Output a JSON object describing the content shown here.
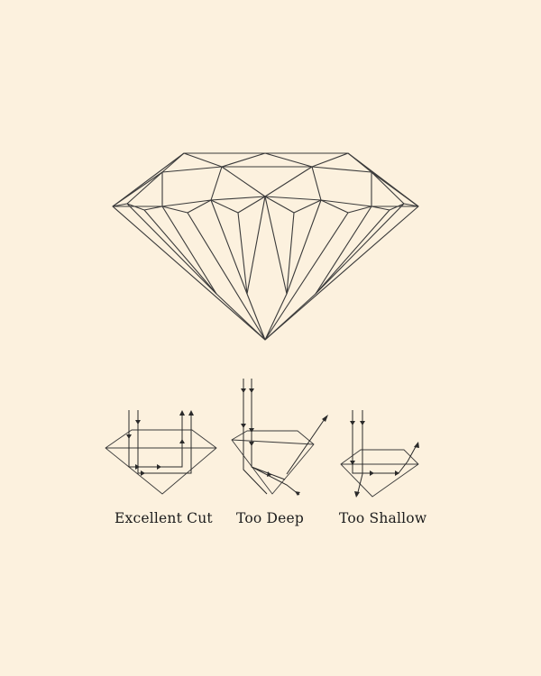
{
  "colors": {
    "background": "#fcf1de",
    "line": "#3a3a3a",
    "text": "#1c1c1c"
  },
  "diagrams": [
    {
      "caption": "Excellent Cut"
    },
    {
      "caption": "Too Deep"
    },
    {
      "caption": "Too Shallow"
    }
  ]
}
